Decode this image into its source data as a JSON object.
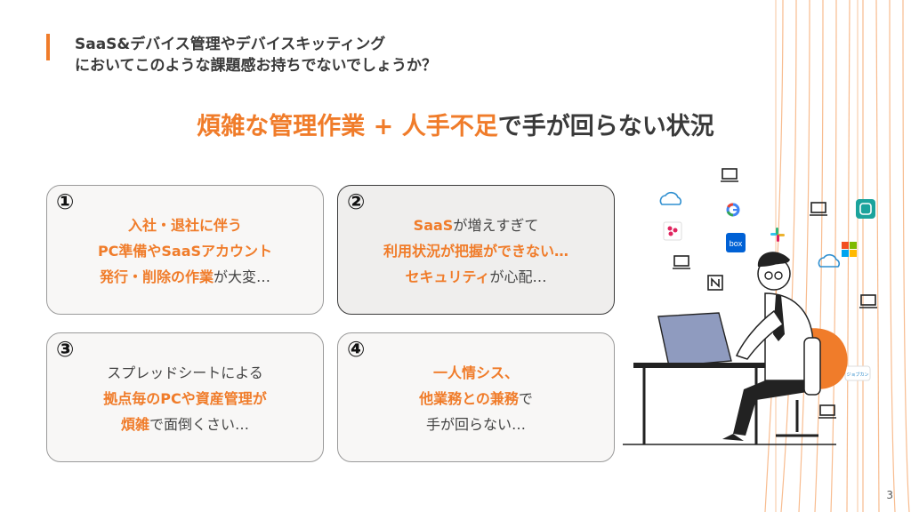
{
  "header": {
    "line1": "SaaS&デバイス管理やデバイスキッティング",
    "line2": "においてこのような課題感お持ちでないでしょうか？"
  },
  "subtitle": {
    "highlight": "煩雑な管理作業 + 人手不足",
    "rest": "で手が回らない状況"
  },
  "cards": [
    {
      "number": "①",
      "lines": [
        [
          {
            "t": "入社・退社に伴う",
            "h": true
          }
        ],
        [
          {
            "t": "PC準備やSaaSアカウント",
            "h": true
          }
        ],
        [
          {
            "t": "発行・削除の作業",
            "h": true
          },
          {
            "t": "が大変…",
            "h": false
          }
        ]
      ]
    },
    {
      "number": "②",
      "lines": [
        [
          {
            "t": "SaaS",
            "h": true
          },
          {
            "t": "が増えすぎて",
            "h": false
          }
        ],
        [
          {
            "t": "利用状況が把握ができない…",
            "h": true
          }
        ],
        [
          {
            "t": "セキュリティ",
            "h": true
          },
          {
            "t": "が心配…",
            "h": false
          }
        ]
      ]
    },
    {
      "number": "③",
      "lines": [
        [
          {
            "t": "スプレッドシートによる",
            "h": false
          }
        ],
        [
          {
            "t": "拠点毎のPCや資産管理が",
            "h": true
          }
        ],
        [
          {
            "t": "煩雑",
            "h": true
          },
          {
            "t": "で面倒くさい…",
            "h": false
          }
        ]
      ]
    },
    {
      "number": "④",
      "lines": [
        [
          {
            "t": "一人情シス、",
            "h": true
          }
        ],
        [
          {
            "t": "他業務との兼務",
            "h": true
          },
          {
            "t": "で",
            "h": false
          }
        ],
        [
          {
            "t": "手が回らない…",
            "h": false
          }
        ]
      ]
    }
  ],
  "illustration": {
    "icons": [
      "cloud-icon",
      "google-icon",
      "slack-icon",
      "box-icon",
      "laptop-icon",
      "notion-icon",
      "microsoft-icon",
      "teams-icon",
      "jobcan-icon"
    ],
    "box_label": "box",
    "jobcan_label": "ジョブカン"
  },
  "page_number": "3",
  "colors": {
    "accent": "#f07c2a",
    "text": "#333333"
  }
}
